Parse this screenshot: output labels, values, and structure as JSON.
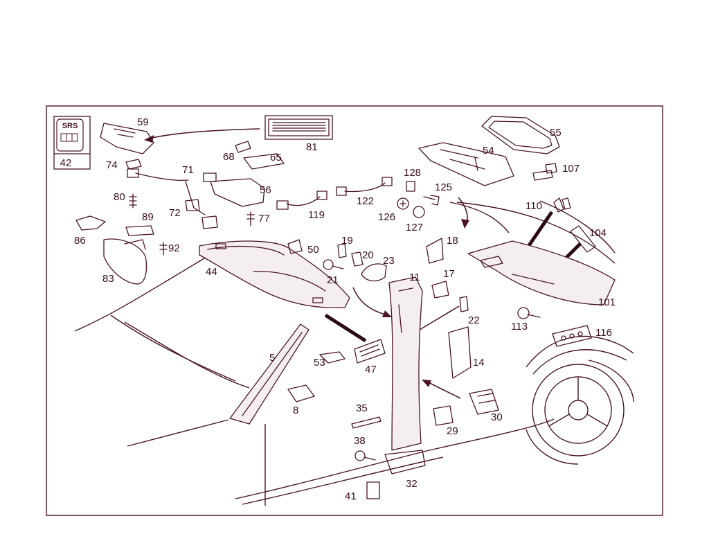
{
  "colors": {
    "line": "#4a1420",
    "text": "#3a0d18",
    "background": "#ffffff"
  },
  "srs_badge": {
    "text": "SRS",
    "number": "42"
  },
  "labels": {
    "p5": "5",
    "p8": "8",
    "p11": "11",
    "p14": "14",
    "p17": "17",
    "p18": "18",
    "p19": "19",
    "p20": "20",
    "p21": "21",
    "p22": "22",
    "p23": "23",
    "p29": "29",
    "p30": "30",
    "p32": "32",
    "p35": "35",
    "p38": "38",
    "p41": "41",
    "p44": "44",
    "p47": "47",
    "p50": "50",
    "p53": "53",
    "p54": "54",
    "p55": "55",
    "p56": "56",
    "p59": "59",
    "p65": "65",
    "p68": "68",
    "p71": "71",
    "p72": "72",
    "p74": "74",
    "p77": "77",
    "p80": "80",
    "p81": "81",
    "p83": "83",
    "p86": "86",
    "p89": "89",
    "p92": "92",
    "p101": "101",
    "p104": "104",
    "p107": "107",
    "p110": "110",
    "p113": "113",
    "p116": "116",
    "p119": "119",
    "p122": "122",
    "p125": "125",
    "p126": "126",
    "p127": "127",
    "p128": "128"
  }
}
